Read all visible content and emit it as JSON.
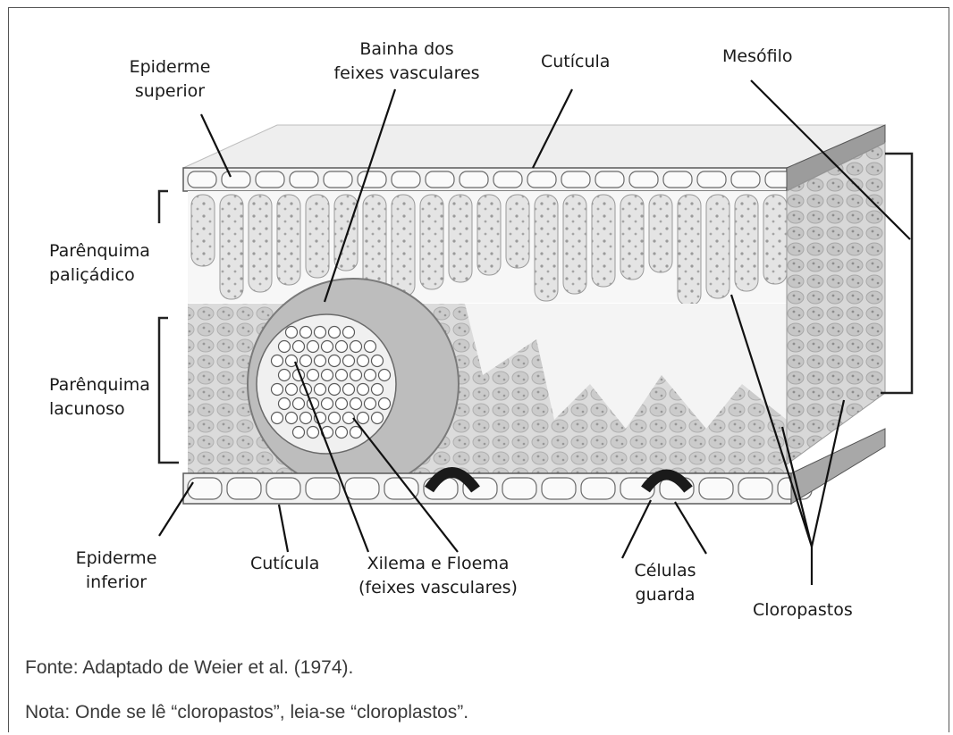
{
  "labels": {
    "epiderme_superior": [
      "Epiderme",
      "superior"
    ],
    "bainha": [
      "Bainha dos",
      "feixes vasculares"
    ],
    "cuticula_top": "Cutícula",
    "mesofilo": "Mesófilo",
    "parenquima_palicadico": [
      "Parênquima",
      "paliçádico"
    ],
    "parenquima_lacunoso": [
      "Parênquima",
      "lacunoso"
    ],
    "epiderme_inferior": [
      "Epiderme",
      "inferior"
    ],
    "cuticula_bottom": "Cutícula",
    "xilema": [
      "Xilema e Floema",
      "(feixes vasculares)"
    ],
    "celulas_guarda": [
      "Células",
      "guarda"
    ],
    "cloropastos": "Cloropastos"
  },
  "notes": {
    "fonte": "Fonte: Adaptado de Weier et al. (1974).",
    "nota": "Nota: Onde se lê “cloropastos”, leia-se “cloroplastos”."
  }
}
